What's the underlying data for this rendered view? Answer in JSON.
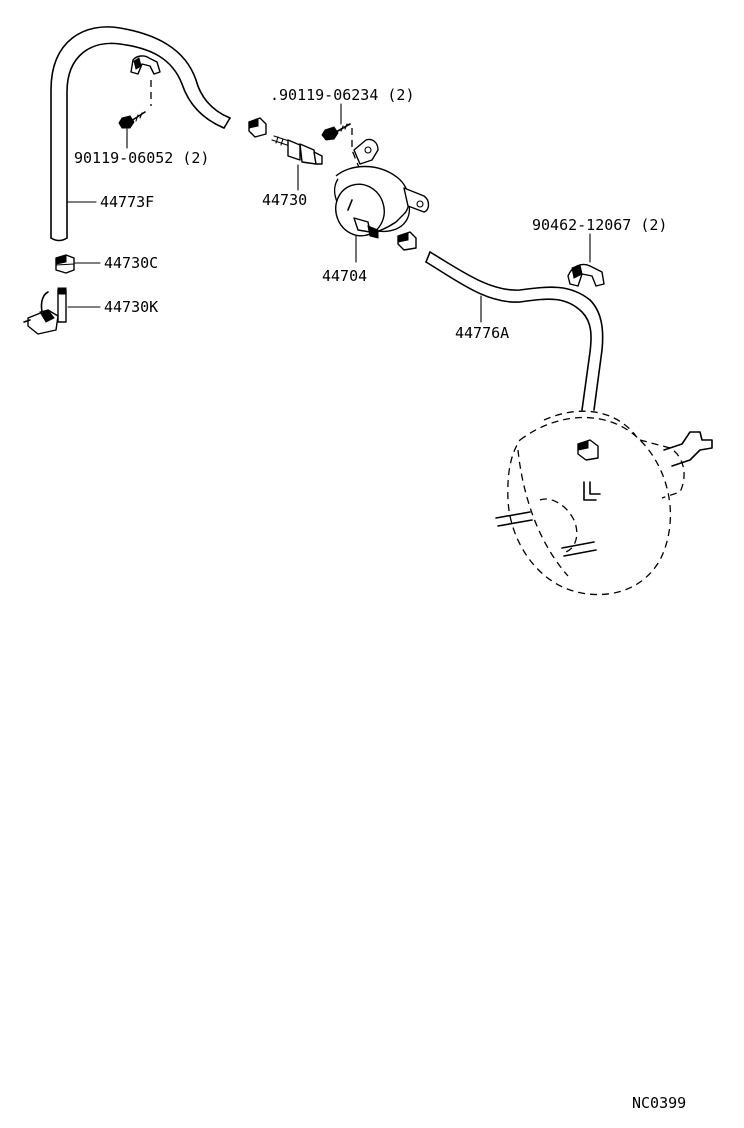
{
  "labels": {
    "bolt_upper_right": ".90119-06234 (2)",
    "bolt_upper_left": "90119-06052 (2)",
    "hose_left": "44773F",
    "check_valve": "44730",
    "clip_small": "44730C",
    "connector": "44730K",
    "reservoir": "44704",
    "clamp_right": "90462-12067 (2)",
    "hose_right": "44776A",
    "drawing_code": "NC0399"
  }
}
